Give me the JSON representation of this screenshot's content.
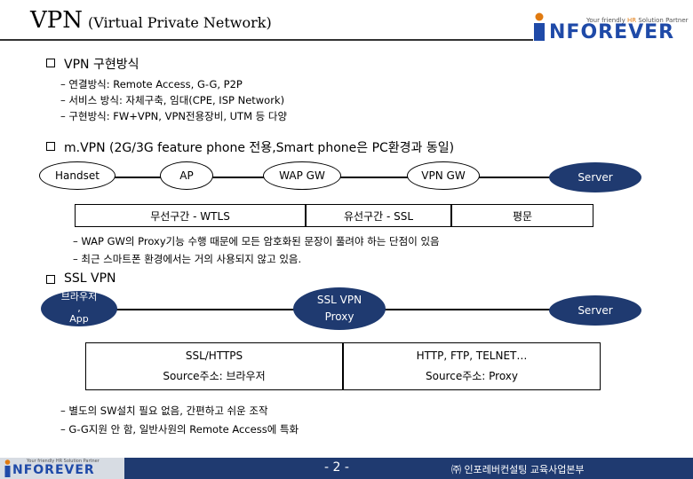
{
  "header": {
    "title_main": "VPN",
    "title_sub": "(Virtual Private Network)",
    "logo_tagline_pre": "Your friendly ",
    "logo_tagline_hl": "HR",
    "logo_tagline_post": " Solution Partner",
    "logo_text": "NFOREVER"
  },
  "section1": {
    "heading": "VPN 구현방식",
    "items": [
      "– 연결방식: Remote Access, G-G, P2P",
      "– 서비스 방식: 자체구축, 임대(CPE, ISP Network)",
      "– 구현방식: FW+VPN, VPN전용장비, UTM 등 다양"
    ]
  },
  "section2": {
    "heading": "m.VPN (2G/3G feature phone 전용,Smart phone은 PC환경과 동일)",
    "nodes": {
      "handset": "Handset",
      "ap": "AP",
      "wap_gw": "WAP GW",
      "vpn_gw": "VPN GW",
      "server": "Server"
    },
    "segments": {
      "wireless": "무선구간 - WTLS",
      "wired": "유선구간 - SSL",
      "plain": "평문"
    },
    "items": [
      "– WAP GW의 Proxy기능 수행 때문에 모든 암호화된 문장이 풀려야 하는 단점이 있음",
      "– 최근 스마트폰 환경에서는 거의 사용되지 않고 있음."
    ]
  },
  "section3": {
    "heading": "SSL VPN",
    "nodes": {
      "browser_l1": "브라우저",
      "browser_l2": ",",
      "browser_l3": "App",
      "proxy_l1": "SSL VPN",
      "proxy_l2": "Proxy",
      "server": "Server"
    },
    "left_box": {
      "line1": "SSL/HTTPS",
      "line2": "Source주소: 브라우저"
    },
    "right_box": {
      "line1": "HTTP, FTP, TELNET…",
      "line2": "Source주소: Proxy"
    },
    "items": [
      "– 별도의 SW설치 필요 없음, 간편하고 쉬운 조작",
      "– G-G지원 안 함, 일반사원의 Remote Access에 특화"
    ]
  },
  "footer": {
    "logo_text": "NFOREVER",
    "tagline": "Your friendly HR Solution Partner",
    "page_number": "- 2 -",
    "copyright": "㈜ 인포레버컨설팅 교육사업본부"
  },
  "colors": {
    "navy": "#1f3a70",
    "logo_blue": "#1f4aa8",
    "accent_orange": "#e07a10"
  }
}
